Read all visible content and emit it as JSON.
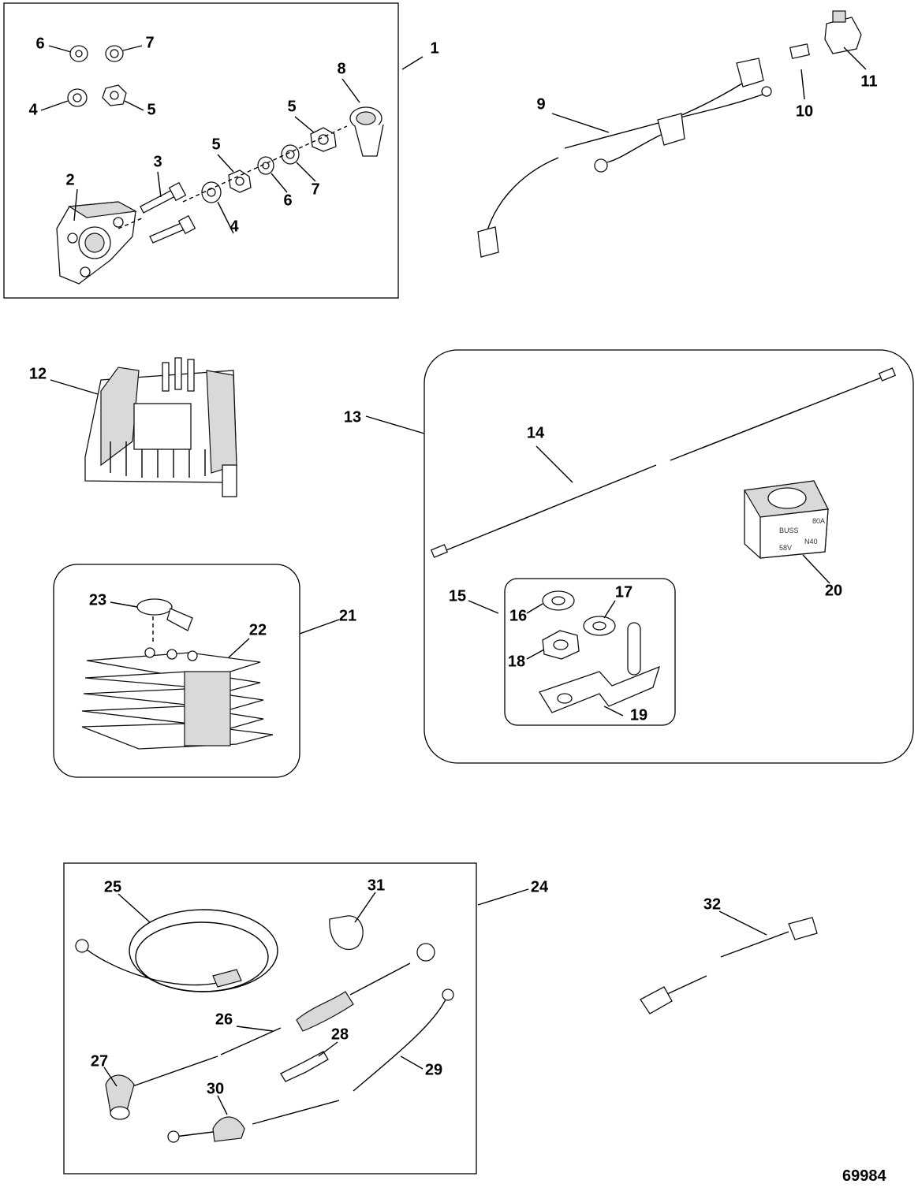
{
  "figure_number": "69984",
  "callouts": [
    {
      "id": "c1-1",
      "text": "1"
    },
    {
      "id": "c1-2",
      "text": "2"
    },
    {
      "id": "c1-3",
      "text": "3"
    },
    {
      "id": "c1-4a",
      "text": "4"
    },
    {
      "id": "c1-4b",
      "text": "4"
    },
    {
      "id": "c1-5a",
      "text": "5"
    },
    {
      "id": "c1-5b",
      "text": "5"
    },
    {
      "id": "c1-5c",
      "text": "5"
    },
    {
      "id": "c1-6a",
      "text": "6"
    },
    {
      "id": "c1-6b",
      "text": "6"
    },
    {
      "id": "c1-7a",
      "text": "7"
    },
    {
      "id": "c1-7b",
      "text": "7"
    },
    {
      "id": "c1-8",
      "text": "8"
    },
    {
      "id": "c1-9",
      "text": "9"
    },
    {
      "id": "c1-10",
      "text": "10"
    },
    {
      "id": "c1-11",
      "text": "11"
    },
    {
      "id": "c1-12",
      "text": "12"
    },
    {
      "id": "c1-13",
      "text": "13"
    },
    {
      "id": "c1-14",
      "text": "14"
    },
    {
      "id": "c1-15",
      "text": "15"
    },
    {
      "id": "c1-16",
      "text": "16"
    },
    {
      "id": "c1-17",
      "text": "17"
    },
    {
      "id": "c1-18",
      "text": "18"
    },
    {
      "id": "c1-19",
      "text": "19"
    },
    {
      "id": "c1-20",
      "text": "20"
    },
    {
      "id": "c1-21",
      "text": "21"
    },
    {
      "id": "c1-22",
      "text": "22"
    },
    {
      "id": "c1-23",
      "text": "23"
    },
    {
      "id": "c1-24",
      "text": "24"
    },
    {
      "id": "c1-25",
      "text": "25"
    },
    {
      "id": "c1-26",
      "text": "26"
    },
    {
      "id": "c1-27",
      "text": "27"
    },
    {
      "id": "c1-28",
      "text": "28"
    },
    {
      "id": "c1-29",
      "text": "29"
    },
    {
      "id": "c1-30",
      "text": "30"
    },
    {
      "id": "c1-31",
      "text": "31"
    },
    {
      "id": "c1-32",
      "text": "32"
    }
  ],
  "fuse_label": {
    "brand": "BUSS",
    "rating": "80A",
    "voltage": "58V",
    "model": "N40"
  }
}
